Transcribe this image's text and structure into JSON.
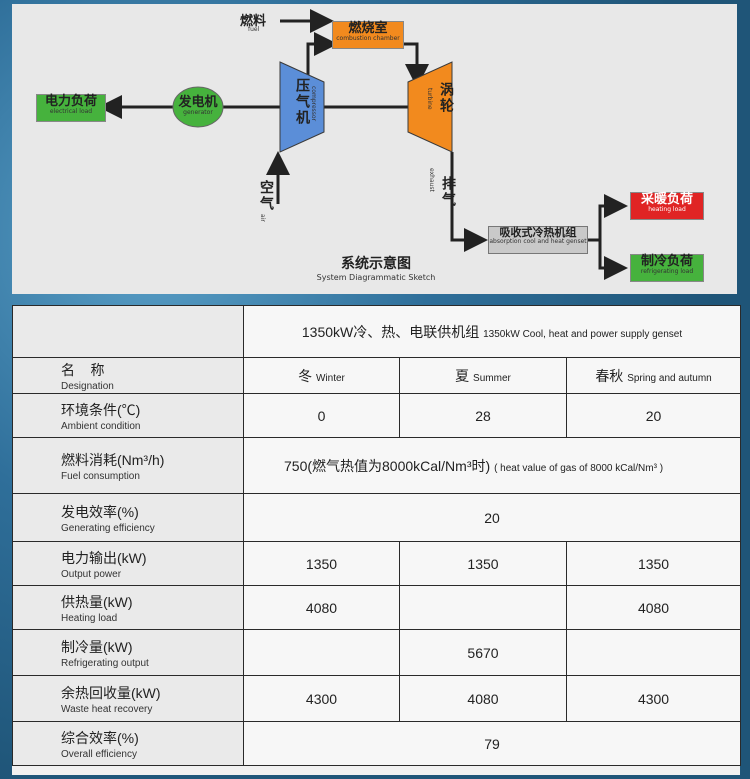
{
  "diagram": {
    "electrical_load": {
      "zh": "电力负荷",
      "en": "electrical load"
    },
    "generator": {
      "zh": "发电机",
      "en": "generator"
    },
    "compressor": {
      "zh": "压气机",
      "en": "compressor"
    },
    "fuel": {
      "zh": "燃料",
      "en": "fuel"
    },
    "combustion_chamber": {
      "zh": "燃烧室",
      "en": "combustion chamber"
    },
    "turbine": {
      "zh": "涡轮",
      "en": "turbine"
    },
    "air": {
      "zh": "空气",
      "en": "air"
    },
    "exhaust": {
      "zh": "排气",
      "en": "exhaust"
    },
    "chiller": {
      "zh": "吸收式冷热机组",
      "en": "absorption cool and heat genset"
    },
    "heating_load": {
      "zh": "采暖负荷",
      "en": "heating load"
    },
    "refrigerating_load": {
      "zh": "制冷负荷",
      "en": "refrigerating load"
    },
    "title": {
      "zh": "系统示意图",
      "en": "System Diagrammatic Sketch"
    },
    "colors": {
      "green": "#46b23d",
      "red": "#e02424",
      "orange": "#f28a1e",
      "blue": "#5b8ed8"
    }
  },
  "table": {
    "header": {
      "zh": "1350kW冷、热、电联供机组",
      "en": "1350kW Cool, heat and power supply genset"
    },
    "designation": {
      "zh": "名    称",
      "en": "Designation"
    },
    "seasons": [
      {
        "zh": "冬",
        "en": "Winter"
      },
      {
        "zh": "夏",
        "en": "Summer"
      },
      {
        "zh": "春秋",
        "en": "Spring and autumn"
      }
    ],
    "rows": [
      {
        "zh": "环境条件(℃)",
        "en": "Ambient condition",
        "values": [
          "0",
          "28",
          "20"
        ]
      },
      {
        "zh": "燃料消耗(Nm³/h)",
        "en": "Fuel consumption",
        "merged": "750(燃气热值为8000kCal/Nm³时)",
        "merged_en": "( heat value of gas of 8000 kCal/Nm³ )"
      },
      {
        "zh": "发电效率(%)",
        "en": "Generating efficiency",
        "merged": "20"
      },
      {
        "zh": "电力输出(kW)",
        "en": "Output power",
        "values": [
          "1350",
          "1350",
          "1350"
        ]
      },
      {
        "zh": "供热量(kW)",
        "en": "Heating load",
        "values": [
          "4080",
          "",
          "4080"
        ]
      },
      {
        "zh": "制冷量(kW)",
        "en": "Refrigerating  output",
        "values": [
          "",
          "5670",
          ""
        ]
      },
      {
        "zh": "余热回收量(kW)",
        "en": "Waste heat recovery",
        "values": [
          "4300",
          "4080",
          "4300"
        ]
      },
      {
        "zh": "综合效率(%)",
        "en": "Overall efficiency",
        "merged": "79"
      }
    ]
  }
}
